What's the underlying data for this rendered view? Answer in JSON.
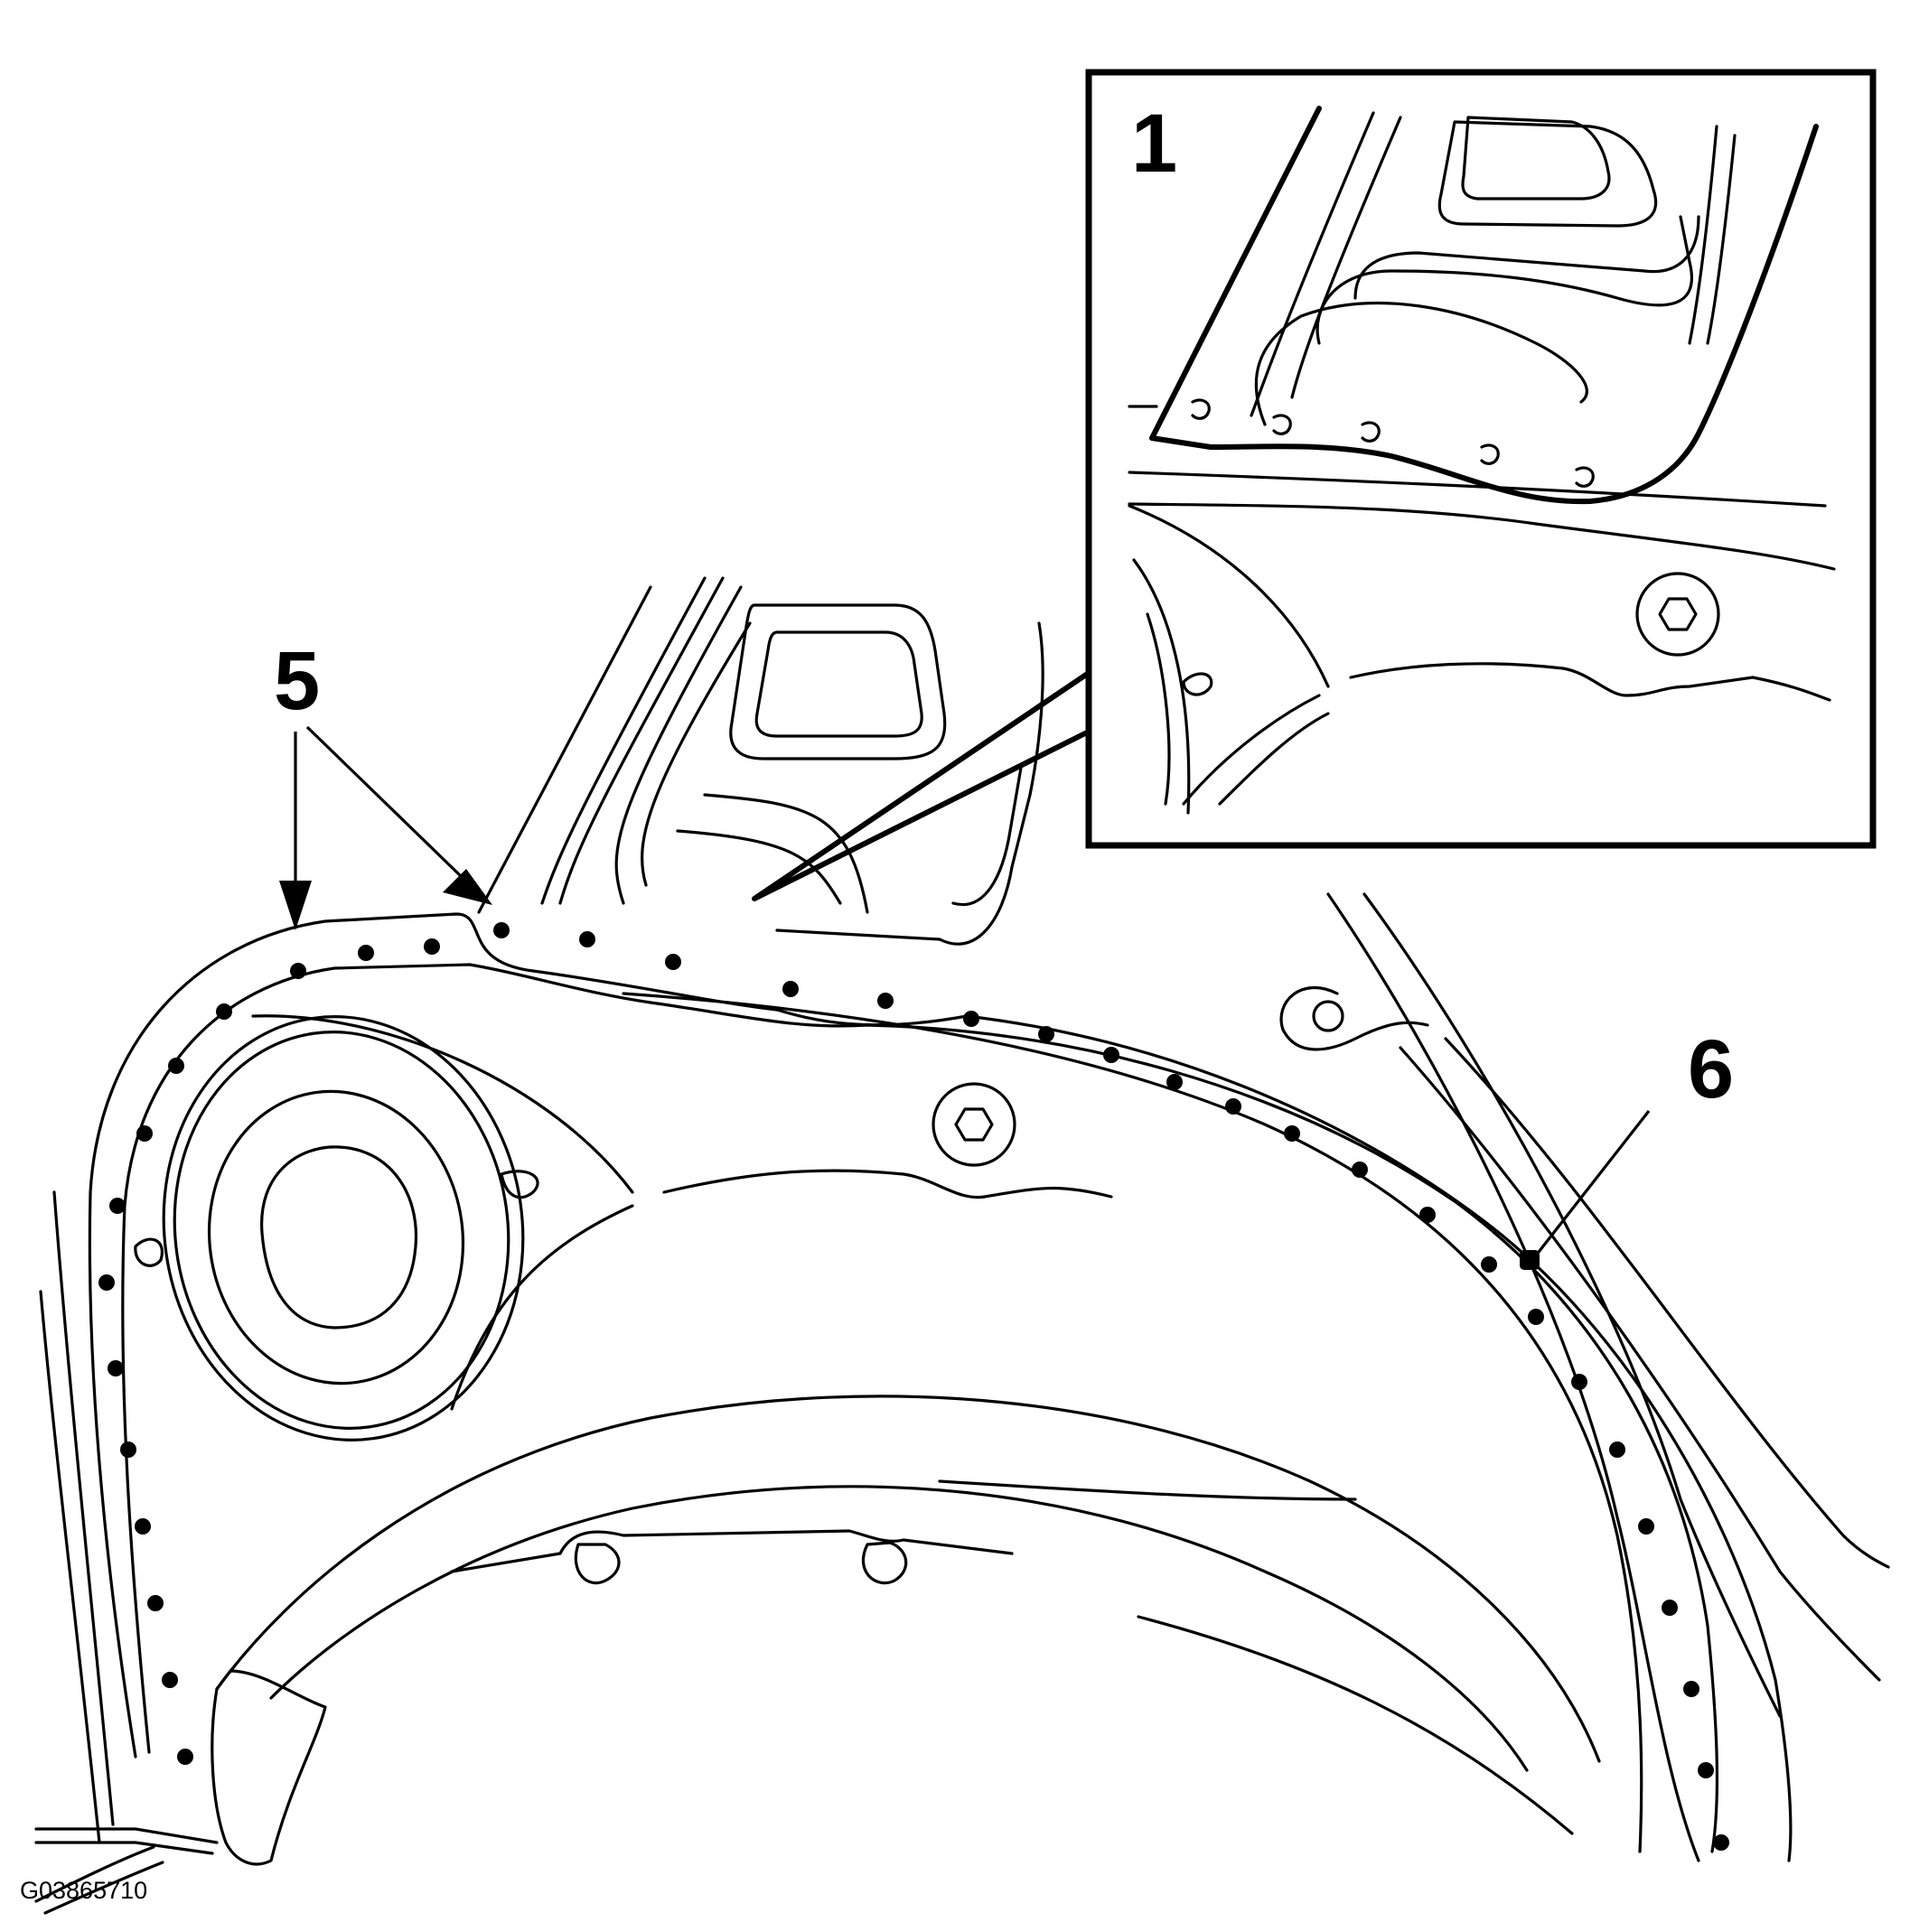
{
  "figure": {
    "id_label": "G03865710",
    "callouts": {
      "detail": "1",
      "welds_a": "5",
      "weld_b": "6"
    }
  }
}
